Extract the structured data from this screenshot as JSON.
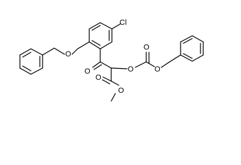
{
  "molecule": {
    "atoms": {
      "chlorine": "Cl",
      "ether_oxygen": "O",
      "ketone_oxygen": "O",
      "carbonate_oxygen_1": "O",
      "carbonate_carbonyl_oxygen": "O",
      "carbonate_oxygen_2": "O",
      "ester_carbonyl_oxygen": "O",
      "ester_oxygen": "O"
    }
  }
}
